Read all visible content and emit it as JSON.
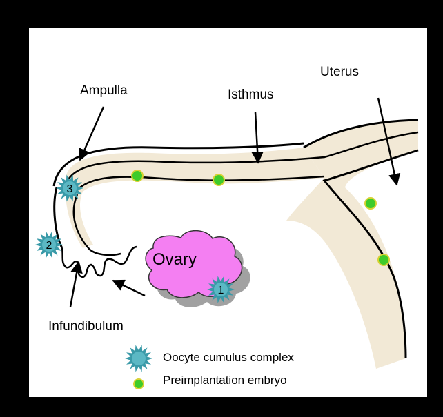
{
  "labels": {
    "ampulla": "Ampulla",
    "isthmus": "Isthmus",
    "uterus": "Uterus",
    "infundibulum": "Infundibulum",
    "ovary": "Ovary"
  },
  "oocyte_markers": [
    "1",
    "2",
    "3"
  ],
  "legend": {
    "oocyte": "Oocyte cumulus complex",
    "embryo": "Preimplantation embryo"
  },
  "colors": {
    "frame": "#000000",
    "canvas": "#ffffff",
    "tube_fill": "#f2e9d6",
    "ovary_fill": "#f47ff2",
    "ovary_shadow": "#8a8a8a",
    "oocyte": "#3a9aa8",
    "embryo": "#3ecb2a",
    "embryo_ring": "#d7d233"
  }
}
